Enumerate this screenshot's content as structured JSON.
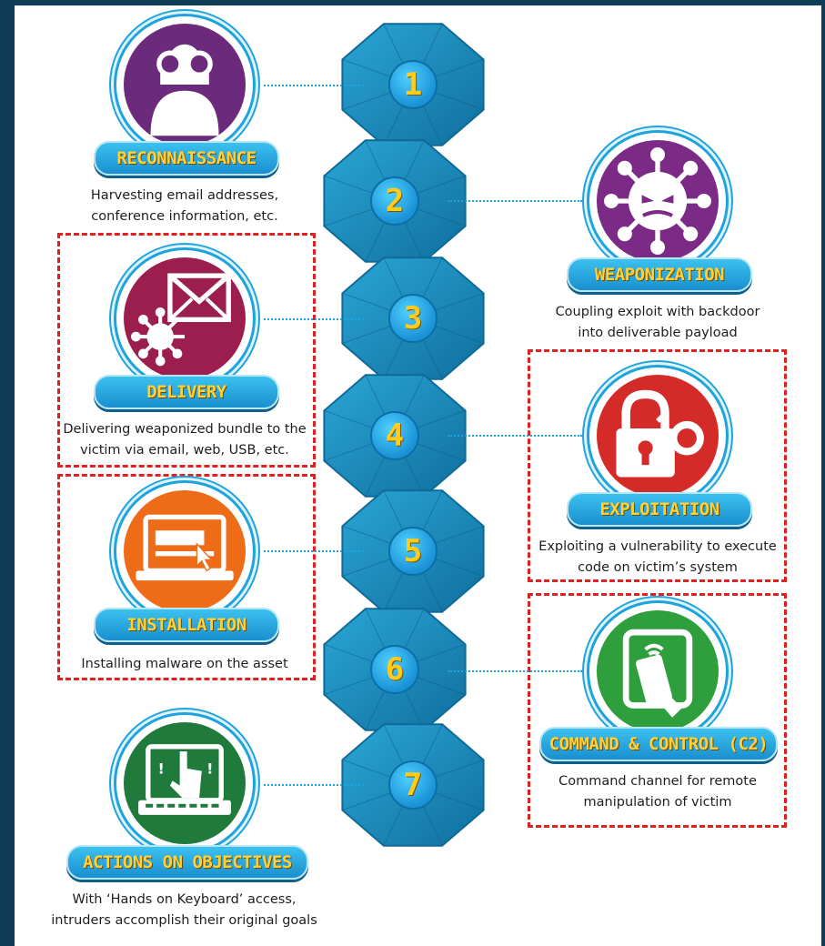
{
  "stages": [
    {
      "step": "1",
      "title": "RECONNAISSANCE",
      "desc": [
        "Harvesting email addresses,",
        "conference information, etc."
      ],
      "icon": "binoculars-icon",
      "color": "#6b2a7c"
    },
    {
      "step": "2",
      "title": "WEAPONIZATION",
      "desc": [
        "Coupling exploit with backdoor",
        "into deliverable payload"
      ],
      "icon": "virus-icon",
      "color": "#7b2a86"
    },
    {
      "step": "3",
      "title": "DELIVERY",
      "desc": [
        "Delivering weaponized bundle to the",
        "victim via email, web, USB, etc."
      ],
      "icon": "infected-email-icon",
      "color": "#9b1e4e"
    },
    {
      "step": "4",
      "title": "EXPLOITATION",
      "desc": [
        "Exploiting a vulnerability to execute",
        "code on victim’s system"
      ],
      "icon": "broken-lock-icon",
      "color": "#d42a28"
    },
    {
      "step": "5",
      "title": "INSTALLATION",
      "desc": [
        "Installing malware on the asset"
      ],
      "icon": "install-screen-icon",
      "color": "#ee6b18"
    },
    {
      "step": "6",
      "title": "COMMAND & CONTROL (C2)",
      "desc": [
        "Command channel for remote",
        "manipulation of victim"
      ],
      "icon": "remote-control-icon",
      "color": "#2f9e3c"
    },
    {
      "step": "7",
      "title": "ACTIONS ON OBJECTIVES",
      "desc": [
        "With ‘Hands on Keyboard’ access,",
        "intruders accomplish their original goals"
      ],
      "icon": "hand-on-keyboard-icon",
      "color": "#1f7a3c"
    }
  ],
  "colors": {
    "frame": "#0f3d57",
    "chain": "#1b88b8",
    "chain_dark": "#0f6a97",
    "highlight": "#e0211d",
    "number": "#ffcc1e",
    "banner_text": "#ffd03a"
  }
}
